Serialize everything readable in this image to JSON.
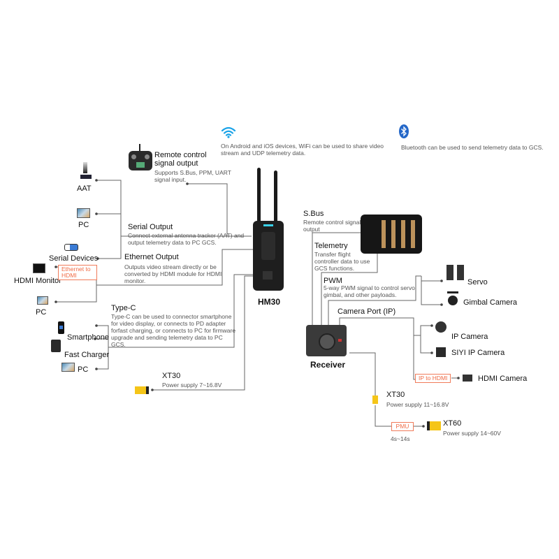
{
  "top_info": {
    "wifi": {
      "icon": "wifi-icon",
      "text": "On Android and iOS devices, WiFi can be used to share video stream and UDP telemetry data."
    },
    "bluetooth": {
      "icon": "bluetooth-icon",
      "text": "Bluetooth can be used to send telemetry data to GCS."
    }
  },
  "remote_control": {
    "title": "Remote control signal output",
    "desc": "Supports S.Bus, PPM, UART signal input."
  },
  "left_devices": {
    "aat": "AAT",
    "pc1": "PC",
    "serial_devices": "Serial Devices",
    "hdmi_monitor": "HDMI Monitor",
    "ethernet_to_hdmi": "Ethernet to HDMI",
    "pc2": "PC",
    "smartphone": "Smartphone",
    "fast_charger": "Fast Charger",
    "pc3": "PC"
  },
  "hm30_ports": {
    "serial": {
      "title": "Serial Output",
      "desc": "Connect external antenna tracker (AAT) and output telemetry data to PC GCS."
    },
    "ethernet": {
      "title": "Ethernet Output",
      "desc": "Outputs video stream directly or be converted by HDMI module for HDMI monitor."
    },
    "typec": {
      "title": "Type-C",
      "desc": "Type-C can be used to connector smartphone for video display, or connects to PD adapter forfast charging, or connects to PC for firmware upgrade and sending telemetry data to PC GCS."
    },
    "xt30": {
      "title": "XT30",
      "desc": "Power supply 7~16.8V"
    }
  },
  "hm30_label": "HM30",
  "receiver_label": "Receiver",
  "receiver_ports": {
    "sbus": {
      "title": "S.Bus",
      "desc": "Remote control signal output"
    },
    "telemetry": {
      "title": "Telemetry",
      "desc": "Transfer flight controller data to use GCS functions."
    },
    "pwm": {
      "title": "PWM",
      "desc": "5-way PWM signal to control servo gimbal, and other payloads."
    },
    "camera_port": {
      "title": "Camera Port (IP)"
    },
    "xt30": {
      "title": "XT30",
      "desc": "Power supply  11~16.8V"
    },
    "pmu": "PMU",
    "pmu_range": "4s~14s",
    "xt60": {
      "title": "XT60",
      "desc": "Power supply 14~60V"
    }
  },
  "right_devices": {
    "servo": "Servo",
    "gimbal_camera": "Gimbal Camera",
    "ip_camera": "IP Camera",
    "siyi_ip_camera": "SIYI IP Camera",
    "ip_to_hdmi": "IP to HDMI",
    "hdmi_camera": "HDMI Camera"
  },
  "colors": {
    "accent_orange": "#f06a44",
    "wifi_blue": "#1aa3e8",
    "bluetooth_blue": "#2467c8",
    "line_gray": "#666666"
  }
}
